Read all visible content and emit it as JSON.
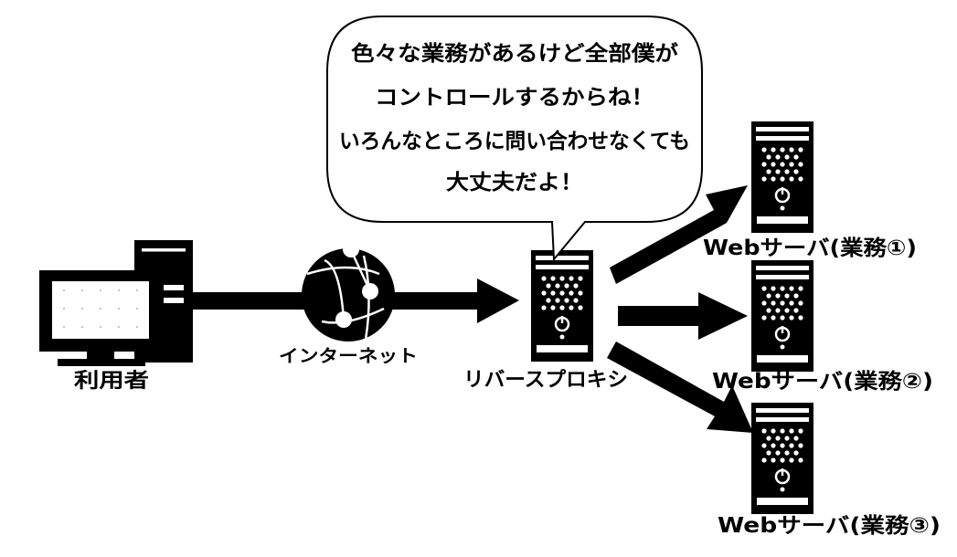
{
  "bubble": {
    "lines": [
      "色々な業務があるけど全部僕が",
      "コントロールするからね！",
      "いろんなところに問い合わせなくても",
      "大丈夫だよ！"
    ]
  },
  "labels": {
    "user": "利用者",
    "internet": "インターネット",
    "proxy": "リバースプロキシ",
    "server1": "Webサーバ(業務①)",
    "server2": "Webサーバ(業務②)",
    "server3": "Webサーバ(業務③)"
  },
  "colors": {
    "ink": "#000000",
    "paper": "#ffffff"
  }
}
